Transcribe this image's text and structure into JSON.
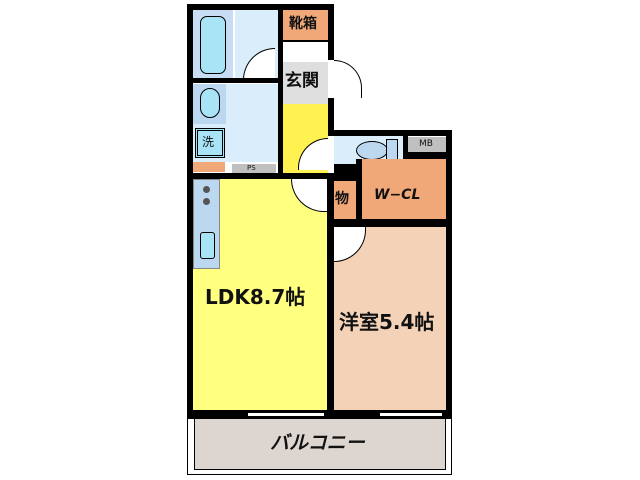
{
  "floorplan": {
    "rooms": {
      "bath": {
        "label": ""
      },
      "washroom": {
        "label": ""
      },
      "washer": {
        "label": "洗"
      },
      "shoe_box": {
        "label": "靴箱"
      },
      "entrance": {
        "label": "玄関"
      },
      "hallway": {
        "label": ""
      },
      "toilet": {
        "label": ""
      },
      "mb": {
        "label": "MB"
      },
      "storage": {
        "label": "物"
      },
      "wcl": {
        "label": "W−CL"
      },
      "ps": {
        "label": "PS"
      },
      "ldk": {
        "label": "LDK8.7帖"
      },
      "western_room": {
        "label": "洋室5.4帖"
      },
      "balcony": {
        "label": "バルコニー"
      }
    },
    "colors": {
      "wall": "#000000",
      "wet_area": "#d6ecfa",
      "bathtub": "#a8e4f5",
      "fixture_bg": "#bcd8f0",
      "storage_orange": "#f0a878",
      "entrance_gray": "#dedede",
      "hallway_yellow": "#fff250",
      "ldk_yellow": "#ffff80",
      "western_pink": "#f3d2b8",
      "balcony_gray": "#ddd6d0",
      "ps_gray": "#c0c0c0"
    }
  }
}
